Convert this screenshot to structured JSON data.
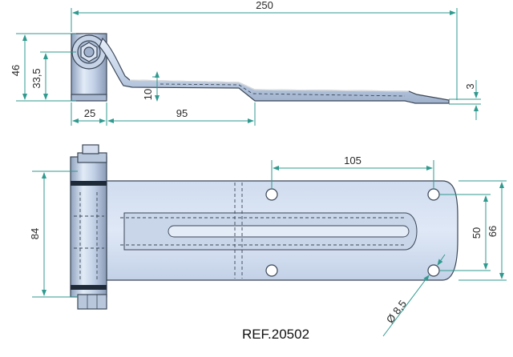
{
  "drawing": {
    "reference": "REF.20502",
    "colors": {
      "dimension_line": "#2f9a8f",
      "metal_light": "#d6e2f3",
      "metal_mid": "#b8c7de",
      "metal_dark": "#8a9bb6",
      "outline": "#3a4656",
      "text": "#2a2a2a"
    },
    "side_view": {
      "overall_length": "250",
      "height": "46",
      "pin_center_height": "33,5",
      "drop_offset": "10",
      "tip_thickness": "3",
      "knuckle_width": "25",
      "first_bend_length": "95"
    },
    "top_view": {
      "hole_spacing": "105",
      "knuckle_length": "84",
      "hole_vertical_spacing": "50",
      "plate_width": "66",
      "hole_diameter": "Ø 8,5"
    }
  }
}
